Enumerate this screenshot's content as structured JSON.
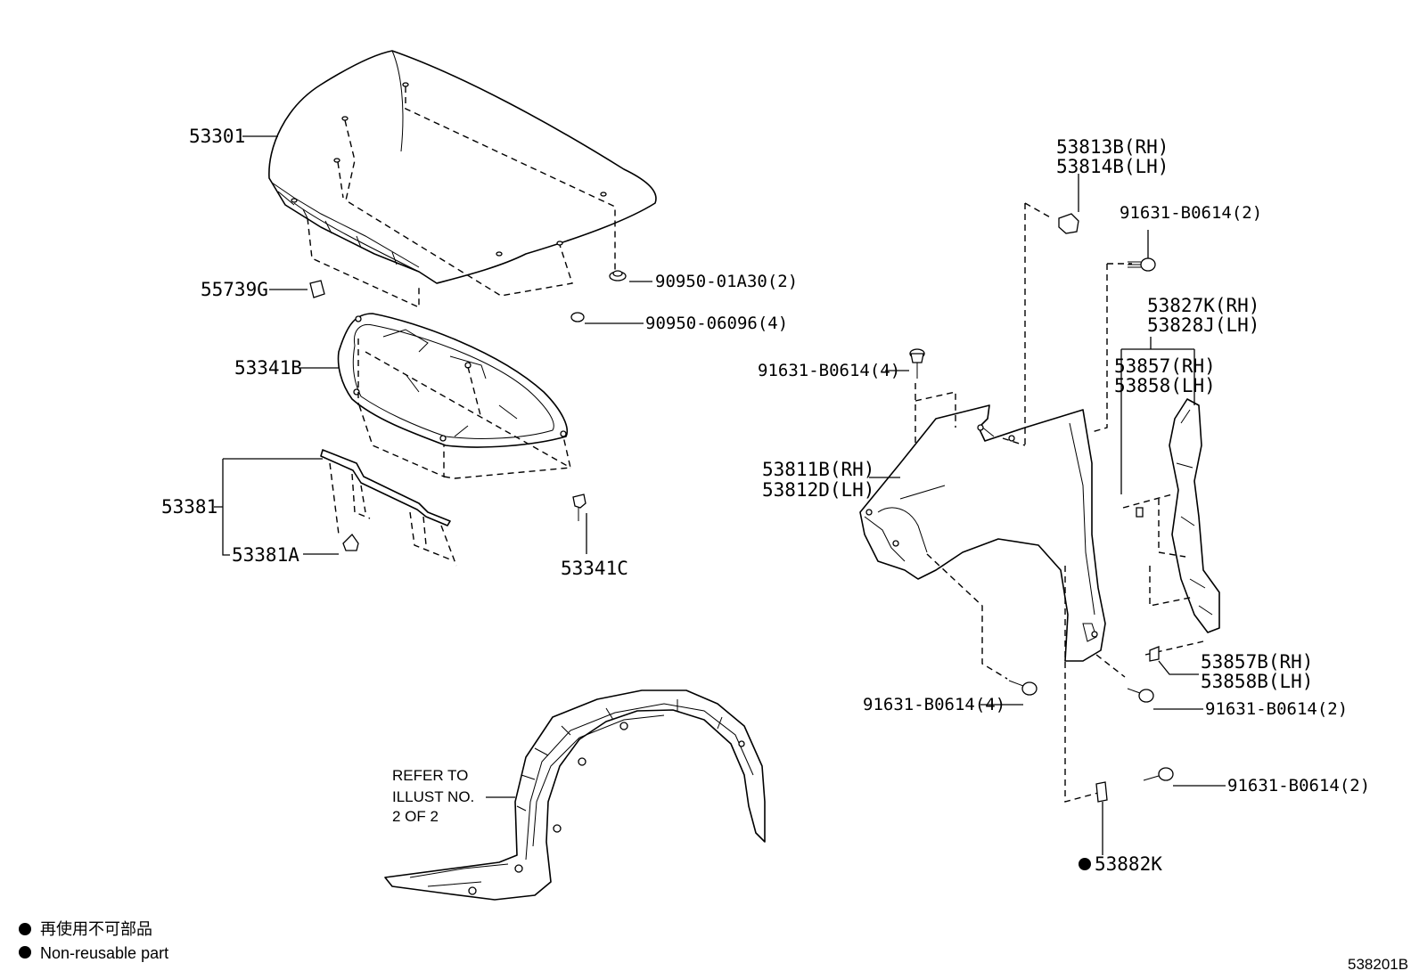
{
  "labels": {
    "hood": "53301",
    "hood_cushion": "55739G",
    "hood_clip_90950_01A30": "90950-01A30(2)",
    "hood_plug_90950_06096": "90950-06096(4)",
    "hood_insulator": "53341B",
    "insulator_clip": "53341C",
    "seal": "53381",
    "seal_clip": "53381A",
    "fender_rh": "53811B(RH)",
    "fender_lh": "53812D(LH)",
    "bolt_fender_top": "91631-B0614(4)",
    "bolt_fender_bottom": "91631-B0614(4)",
    "cover_rh": "53813B(RH)",
    "cover_lh": "53814B(LH)",
    "bolt_upper_right": "91631-B0614(2)",
    "seal_rh": "53827K(RH)",
    "seal_lh": "53828J(LH)",
    "sub_seal_rh": "53857(RH)",
    "sub_seal_lh": "53858(LH)",
    "lower_seal_rh": "53857B(RH)",
    "lower_seal_lh": "53858B(LH)",
    "bolt_lower_right_1": "91631-B0614(2)",
    "bolt_lower_right_2": "91631-B0614(2)",
    "clip_53882K": "53882K"
  },
  "refer_note": [
    "REFER TO",
    "ILLUST NO.",
    "2 OF 2"
  ],
  "legend": {
    "line_jp": "再使用不可部品",
    "line_en": "Non-reusable part"
  },
  "illustration_id": "538201B"
}
